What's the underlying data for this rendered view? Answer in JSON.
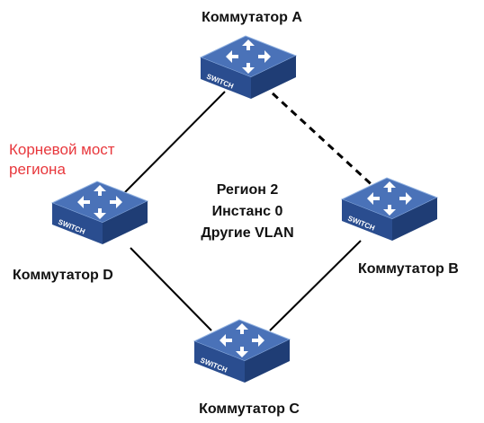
{
  "switches": {
    "a": {
      "label": "Коммутатор A",
      "badge": "SWITCH"
    },
    "b": {
      "label": "Коммутатор B",
      "badge": "SWITCH"
    },
    "c": {
      "label": "Коммутатор C",
      "badge": "SWITCH"
    },
    "d": {
      "label": "Коммутатор D",
      "badge": "SWITCH"
    }
  },
  "root_bridge_note": {
    "line1": "Корневой мост",
    "line2": "региона"
  },
  "region_info": {
    "line1": "Регион 2",
    "line2": "Инстанс 0",
    "line3": "Другие VLAN"
  },
  "links": [
    {
      "from": "a",
      "to": "d",
      "style": "solid"
    },
    {
      "from": "a",
      "to": "b",
      "style": "dashed"
    },
    {
      "from": "d",
      "to": "c",
      "style": "solid"
    },
    {
      "from": "b",
      "to": "c",
      "style": "solid"
    }
  ],
  "colors": {
    "switch_top": "#4a72b8",
    "switch_side": "#2a4d8f",
    "switch_front": "#1f3d75",
    "link": "#000000",
    "root_note": "#e8383d"
  }
}
